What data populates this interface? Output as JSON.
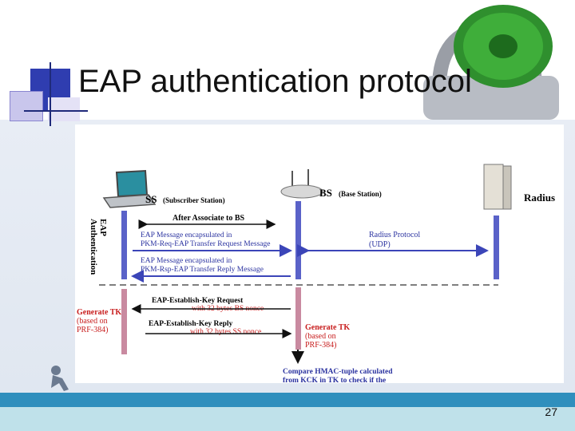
{
  "slide": {
    "title": "EAP authentication protocol",
    "page_number": "27"
  },
  "diagram": {
    "ss_label": "SS",
    "ss_sub": "(Subscriber Station)",
    "bs_label": "BS",
    "bs_sub": "(Base Station)",
    "radius_label": "Radius",
    "eap_auth_line1": "EAP",
    "eap_auth_line2": "Authentication",
    "after_associate": "After Associate to BS",
    "msg1_line1": "EAP Message encapsulated in",
    "msg1_line2": "PKM-Req-EAP Transfer Request Message",
    "radius_protocol_line1": "Radius Protocol",
    "radius_protocol_line2": "(UDP)",
    "msg2_line1": "EAP Message encapsulated in",
    "msg2_line2": "PKM-Rsp-EAP Transfer Reply Message",
    "key_req_line1": "EAP-Establish-Key Request",
    "key_req_line2": "with 32 bytes BS nonce",
    "key_rep_line1": "EAP-Establish-Key Reply",
    "key_rep_line2": "with 32 bytes SS nonce",
    "gen_tk_ss_line1": "Generate TK",
    "gen_tk_ss_line2": "(based on",
    "gen_tk_ss_line3": "PRF-384)",
    "gen_tk_bs_line1": "Generate TK",
    "gen_tk_bs_line2": "(based on",
    "gen_tk_bs_line3": "PRF-384)",
    "compare_line1": "Compare HMAC-tuple calculated",
    "compare_line2": "from KCK in TK to check if the"
  },
  "colors": {
    "title_accent": "#2f3db0",
    "lifeline_blue": "#5a62c8",
    "lifeline_pink": "#c98aa0",
    "red_text": "#c81e1e",
    "arrow_blue": "#3b45b8",
    "bottom_bar": "#2f8fbd",
    "lock_green": "#3fae3a"
  },
  "icons": {
    "laptop": "laptop-icon",
    "router": "router-icon",
    "server": "server-icon",
    "lock": "padlock-icon"
  }
}
